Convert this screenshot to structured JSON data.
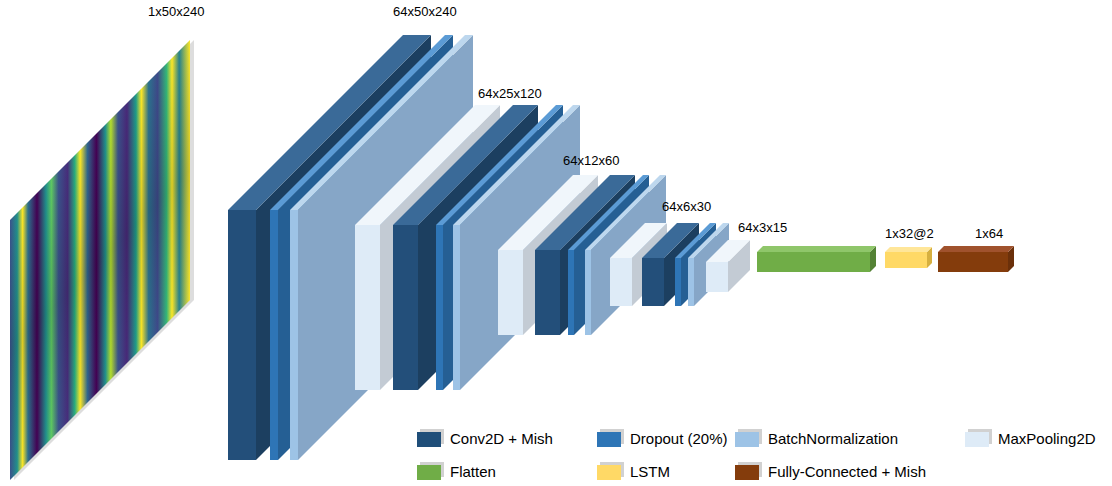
{
  "diagram": {
    "labels": [
      "1x50x240",
      "64x50x240",
      "64x25x120",
      "64x12x60",
      "64x6x30",
      "64x3x15",
      "1x32@2",
      "1x64"
    ],
    "legend": [
      {
        "text": "Conv2D + Mish",
        "color": "#1f4e79"
      },
      {
        "text": "Dropout (20%)",
        "color": "#2e75b6"
      },
      {
        "text": "BatchNormalization",
        "color": "#9dc3e6"
      },
      {
        "text": "MaxPooling2D",
        "color": "#deebf7"
      },
      {
        "text": "Flatten",
        "color": "#70ad47"
      },
      {
        "text": "LSTM",
        "color": "#ffd966"
      },
      {
        "text": "Fully-Connected + Mish",
        "color": "#843c0c"
      }
    ]
  }
}
